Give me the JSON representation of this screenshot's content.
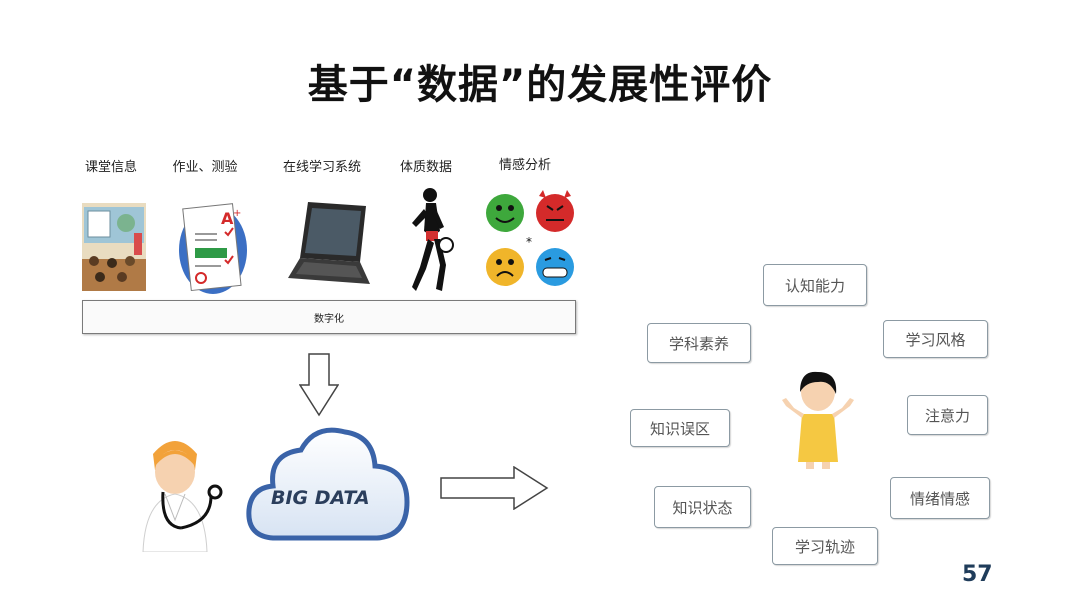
{
  "title": "基于“数据”的发展性评价",
  "sources": [
    {
      "label": "课堂信息",
      "icon": "classroom-icon"
    },
    {
      "label": "作业、测验",
      "icon": "graded-homework-icon"
    },
    {
      "label": "在线学习系统",
      "icon": "laptop-icon"
    },
    {
      "label": "体质数据",
      "icon": "runner-icon"
    },
    {
      "label": "情感分析",
      "icon": "emotion-faces-icon"
    }
  ],
  "digitize_label": "数字化",
  "big_data_label": "BIG DATA",
  "attributes": [
    {
      "label": "认知能力"
    },
    {
      "label": "学科素养"
    },
    {
      "label": "学习风格"
    },
    {
      "label": "知识误区"
    },
    {
      "label": "注意力"
    },
    {
      "label": "知识状态"
    },
    {
      "label": "情绪情感"
    },
    {
      "label": "学习轨迹"
    }
  ],
  "page_number": "57",
  "colors": {
    "accent": "#1f3c5a",
    "cloud": "#3a63a8",
    "child_shirt": "#f5c842"
  }
}
